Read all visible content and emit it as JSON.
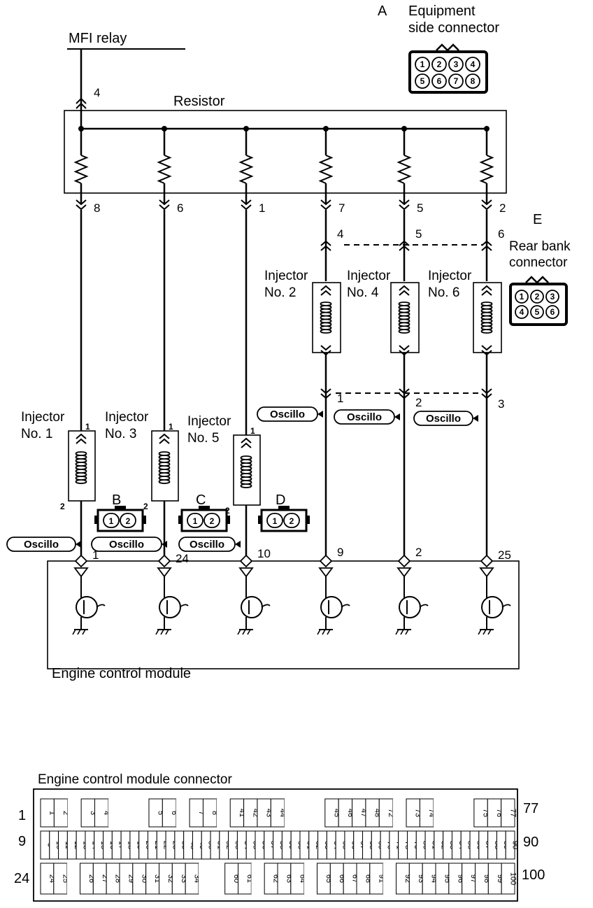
{
  "mfi_relay": "MFI relay",
  "resistor": "Resistor",
  "relay_pin": "4",
  "resistor_pins": [
    "8",
    "6",
    "1",
    "7",
    "5",
    "2"
  ],
  "connector_a": {
    "letter": "A",
    "line1": "Equipment",
    "line2": "side connector",
    "pins": [
      "1",
      "2",
      "3",
      "4",
      "5",
      "6",
      "7",
      "8"
    ]
  },
  "connector_e": {
    "letter": "E",
    "line1": "Rear bank",
    "line2": "connector",
    "pins": [
      "1",
      "2",
      "3",
      "4",
      "5",
      "6"
    ]
  },
  "rear_top_pins": [
    "4",
    "5",
    "6"
  ],
  "rear_bottom_pins": [
    "1",
    "2",
    "3"
  ],
  "injectors_front": [
    {
      "line1": "Injector",
      "line2": "No. 1",
      "pin_top": "1",
      "pin_bottom": "2",
      "connector": "B"
    },
    {
      "line1": "Injector",
      "line2": "No. 3",
      "pin_top": "1",
      "pin_bottom": "2",
      "connector": "C"
    },
    {
      "line1": "Injector",
      "line2": "No. 5",
      "pin_top": "1",
      "pin_bottom": "2",
      "connector": "D"
    }
  ],
  "injectors_rear": [
    {
      "line1": "Injector",
      "line2": "No. 2"
    },
    {
      "line1": "Injector",
      "line2": "No. 4"
    },
    {
      "line1": "Injector",
      "line2": "No. 6"
    }
  ],
  "small_connector_pins": [
    "1",
    "2"
  ],
  "oscillo": "Oscillo",
  "ecm_pins": [
    "1",
    "24",
    "10",
    "9",
    "2",
    "25"
  ],
  "ecm_label": "Engine control module",
  "ecm_connector": {
    "title": "Engine control module connector",
    "row_labels_left": [
      "1",
      "9",
      "24"
    ],
    "row_labels_right": [
      "77",
      "90",
      "100"
    ],
    "row1": [
      "1",
      "2",
      "",
      "3",
      "4",
      "",
      "",
      "",
      "5",
      "6",
      "",
      "7",
      "8",
      "",
      "41",
      "42",
      "43",
      "44",
      "",
      "",
      "",
      "45",
      "46",
      "47",
      "48",
      "72",
      "",
      "73",
      "74",
      "",
      "",
      "",
      "75",
      "76",
      "77"
    ],
    "row2": [
      "9",
      "10",
      "11",
      "12",
      "13",
      "14",
      "15",
      "16",
      "17",
      "18",
      "19",
      "20",
      "21",
      "22",
      "23",
      "35",
      "48",
      "49",
      "50",
      "51",
      "52",
      "53",
      "54",
      "55",
      "56",
      "57",
      "58",
      "59",
      "60",
      "61",
      "62",
      "63",
      "64",
      "65",
      "66",
      "67",
      "68",
      "69",
      "70",
      "71",
      "78",
      "79",
      "80",
      "81",
      "82",
      "83",
      "84",
      "85",
      "86",
      "87",
      "88",
      "89",
      "90"
    ],
    "row3": [
      "24",
      "25",
      "",
      "26",
      "27",
      "28",
      "29",
      "30",
      "31",
      "32",
      "33",
      "34",
      "",
      "",
      "60",
      "61",
      "",
      "62",
      "63",
      "64",
      "",
      "65",
      "66",
      "67",
      "68",
      "91",
      "",
      "92",
      "93",
      "94",
      "95",
      "96",
      "97",
      "98",
      "99",
      "100"
    ]
  }
}
